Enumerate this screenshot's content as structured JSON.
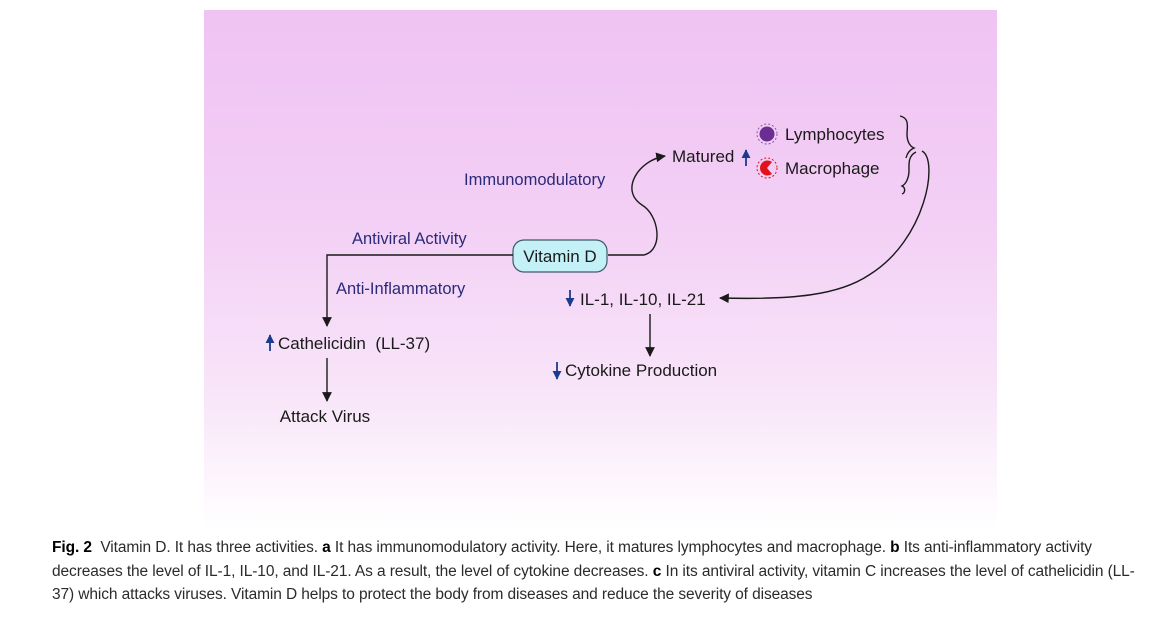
{
  "diagram": {
    "center": "Vitamin D",
    "branch_labels": {
      "immunomodulatory": "Immunomodulatory",
      "antiviral": "Antiviral Activity",
      "anti_inflammatory": "Anti-Inflammatory"
    },
    "matured": "Matured",
    "cells": {
      "lymphocytes": "Lymphocytes",
      "macrophage": "Macrophage"
    },
    "interleukins": "IL-1, IL-10, IL-21",
    "cytokine": "Cytokine Production",
    "cathelicidin": "Cathelicidin  (LL-37)",
    "attack": "Attack Virus",
    "colors": {
      "label_blue": "#2b2a7a",
      "text_black": "#1a1a1a",
      "arrow_up_blue": "#1b3c8c",
      "node_fill": "#c4f1f8",
      "lymphocyte": "#6a2d91",
      "macrophage": "#e2111c"
    }
  },
  "caption": {
    "fig_label": "Fig. 2",
    "intro": "Vitamin D. It has three activities.",
    "part_a_label": "a",
    "part_a_text": "It has immunomodulatory activity. Here, it matures lymphocytes and macrophage.",
    "part_b_label": "b",
    "part_b_text": "Its anti-inflammatory activity decreases the level of IL-1, IL-10, and IL-21. As a result, the level of cytokine decreases.",
    "part_c_label": "c",
    "part_c_text": "In its antiviral activity, vitamin C increases the level of cathelicidin (LL-37) which attacks viruses. Vitamin D helps to protect the body from diseases and reduce the severity of diseases"
  }
}
